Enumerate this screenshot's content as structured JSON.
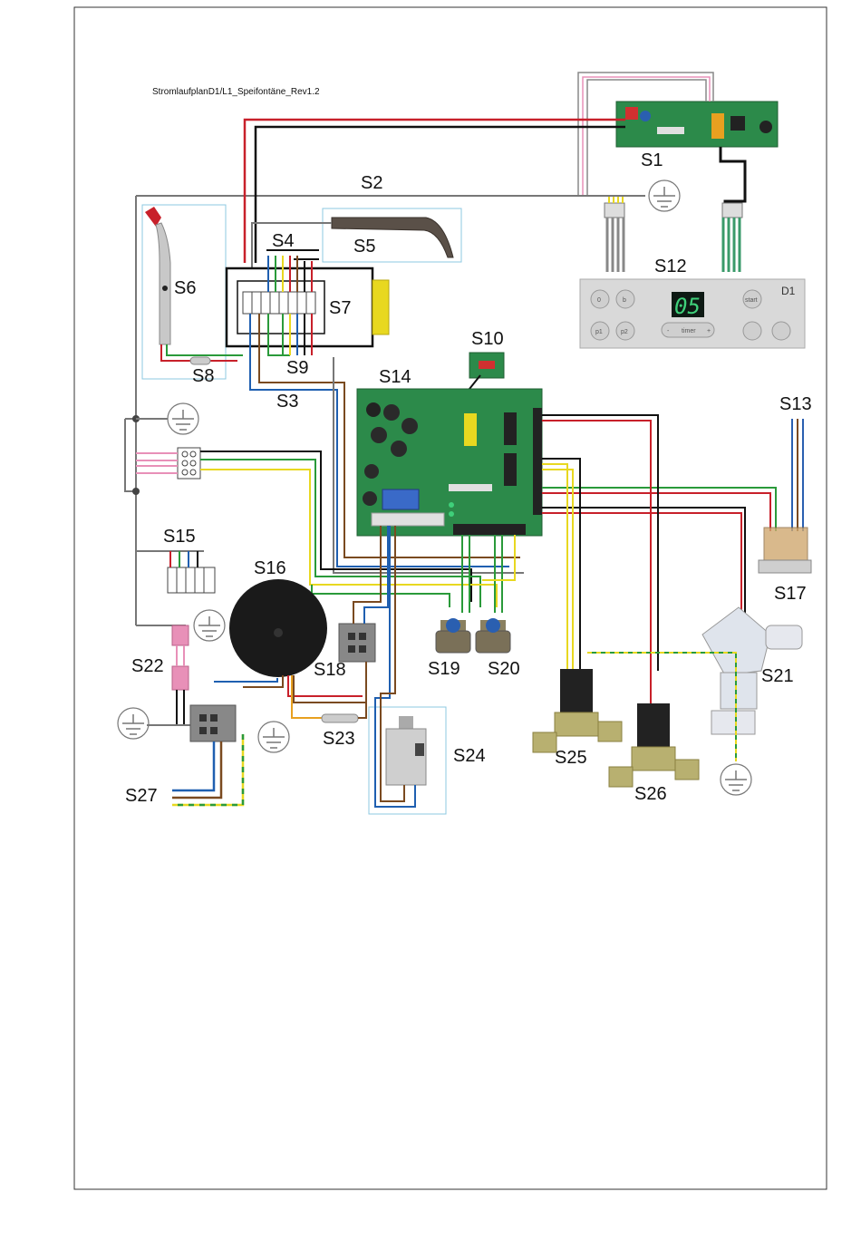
{
  "title": "StromlaufplanD1/L1_Speifontäne_Rev1.2",
  "labels": {
    "s1": "S1",
    "s2": "S2",
    "s3": "S3",
    "s4": "S4",
    "s5": "S5",
    "s6": "S6",
    "s7": "S7",
    "s8": "S8",
    "s9": "S9",
    "s10": "S10",
    "s12": "S12",
    "s13": "S13",
    "s14": "S14",
    "s15": "S15",
    "s16": "S16",
    "s17": "S17",
    "s18": "S18",
    "s19": "S19",
    "s20": "S20",
    "s21": "S21",
    "s22": "S22",
    "s23": "S23",
    "s24": "S24",
    "s25": "S25",
    "s26": "S26",
    "s27": "S27"
  },
  "display_panel": {
    "tag": "D1",
    "digits": "05",
    "timer_label": "timer",
    "start_label": "start",
    "btn_0": "0",
    "btn_b": "b",
    "btn_p1": "p1",
    "btn_p2": "p2",
    "btn_minus": "-",
    "btn_plus": "+"
  },
  "wire_colors": {
    "red": "#c8202a",
    "black": "#111111",
    "blue": "#1f5fb0",
    "brown": "#7a4a20",
    "yellow": "#e8d820",
    "green": "#2a9a3a",
    "pink": "#e890b8",
    "grey": "#888888",
    "frame_blue": "#8cc8e0"
  },
  "icons": [
    "ground-icon"
  ]
}
